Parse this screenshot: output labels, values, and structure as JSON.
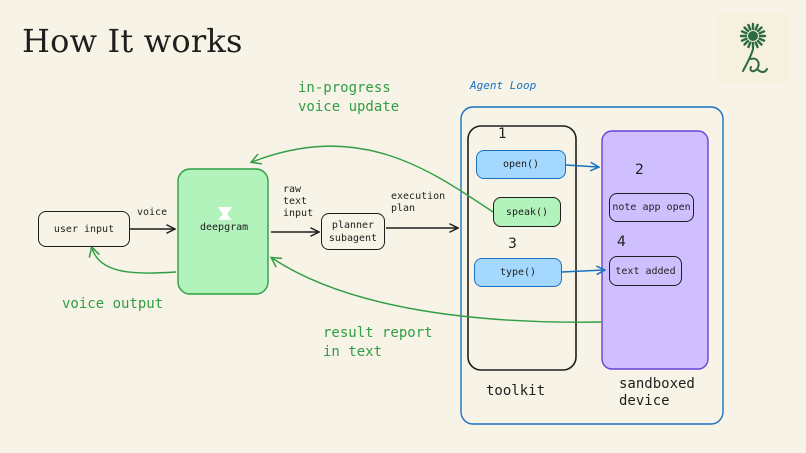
{
  "title": "How It works",
  "nodes": {
    "user_input": "user input",
    "deepgram": "deepgram",
    "planner_line1": "planner",
    "planner_line2": "subagent",
    "open": "open()",
    "speak": "speak()",
    "type": "type()",
    "note_app_open": "note app open",
    "text_added": "text added"
  },
  "edge_labels": {
    "voice": "voice",
    "raw_line1": "raw",
    "raw_line2": "text",
    "raw_line3": "input",
    "exec_line1": "execution",
    "exec_line2": "plan"
  },
  "green_labels": {
    "progress_line1": "in-progress",
    "progress_line2": "voice update",
    "voice_output": "voice output",
    "result_line1": "result report",
    "result_line2": "in text"
  },
  "groups": {
    "agent_loop": "Agent Loop",
    "toolkit": "toolkit",
    "sandbox_line1": "sandboxed",
    "sandbox_line2": "device"
  },
  "steps": [
    "1",
    "2",
    "3",
    "4"
  ],
  "colors": {
    "background": "#f7f3e6",
    "green_fill": "#b2f2bb",
    "green_stroke": "#2f9e44",
    "blue_fill": "#a5d8ff",
    "blue_stroke": "#1971c2",
    "purple_fill": "#d0bfff",
    "purple_stroke": "#6741d9"
  }
}
